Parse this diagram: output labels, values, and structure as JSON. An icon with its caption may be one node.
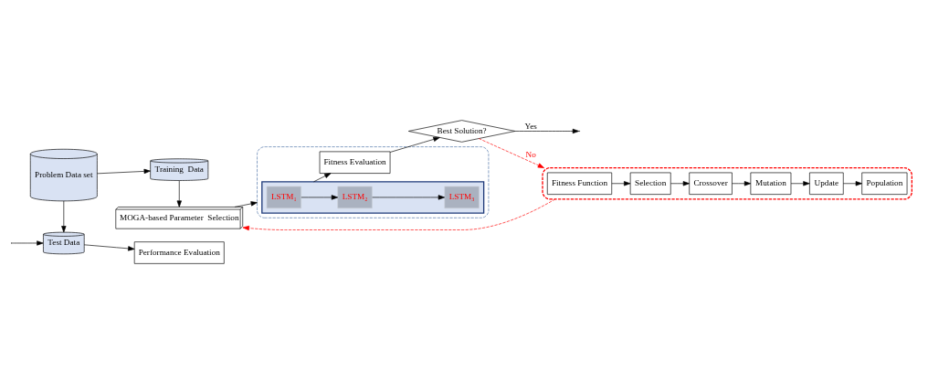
{
  "diagram": {
    "nodes": [
      {
        "text": [
          "Training  Data"
        ]
      },
      {
        "text": [
          "Problem Data set"
        ]
      },
      {
        "text": [
          "Test Data"
        ]
      },
      {
        "text": [
          "Performance Evaluation"
        ]
      },
      {
        "text": [
          "MOGA-based Parameter  Selection"
        ]
      },
      {
        "text": [],
        "shape": "box"
      },
      {
        "text": [],
        "shape": "box",
        "in": 5
      },
      {
        "text": [
          "LSTM₁"
        ],
        "in": 6
      },
      {
        "text": [
          "LSTM₂"
        ],
        "in": 6
      },
      {
        "text": [
          "LSTM₃"
        ],
        "in": 6
      },
      {
        "text": [
          "Fitness Evaluation"
        ],
        "in": 5
      },
      {
        "text": [
          "Best Solution?"
        ]
      },
      {
        "text": [],
        "shape": "box"
      },
      {
        "text": [
          "Fitness Function"
        ],
        "in": 12
      },
      {
        "text": [
          "Selection"
        ],
        "in": 12
      },
      {
        "text": [
          "Crossover"
        ],
        "in": 12
      },
      {
        "text": [
          "Mutation"
        ],
        "in": 12
      },
      {
        "text": [
          "Update"
        ],
        "in": 12
      },
      {
        "text": [
          "Population"
        ],
        "in": 12
      }
    ],
    "edges": [
      {
        "from": 1,
        "to": 0,
        "arrow": "to"
      },
      {
        "from": 1,
        "to": 2,
        "arrow": "to"
      },
      {
        "from": 2,
        "to": 3,
        "arrow": "to"
      },
      {
        "from": 0,
        "to": 4,
        "arrow": "to"
      },
      {
        "from": 4,
        "to": 5,
        "arrow": "to"
      },
      {
        "from": 7,
        "to": 8,
        "arrow": "to"
      },
      {
        "from": 8,
        "to": 9,
        "arrow": "to"
      },
      {
        "from": 6,
        "to": 10,
        "arrow": "to"
      },
      {
        "from": 10,
        "to": 11,
        "arrow": "to"
      },
      {
        "from": 11,
        "to": null,
        "arrow": "to",
        "label": "Yes"
      },
      {
        "from": 11,
        "to": 12,
        "arrow": "to",
        "label": "No",
        "style": "dashed",
        "color": "#ff0000"
      },
      {
        "from": 13,
        "to": 14,
        "arrow": "to"
      },
      {
        "from": 14,
        "to": 15,
        "arrow": "to"
      },
      {
        "from": 15,
        "to": 16,
        "arrow": "to"
      },
      {
        "from": 16,
        "to": 17,
        "arrow": "to"
      },
      {
        "from": 17,
        "to": 18,
        "arrow": "to"
      },
      {
        "from": 12,
        "to": 4,
        "arrow": "to",
        "style": "dashed",
        "color": "#ff0000"
      },
      {
        "from": null,
        "to": 2,
        "arrow": "to"
      }
    ]
  }
}
